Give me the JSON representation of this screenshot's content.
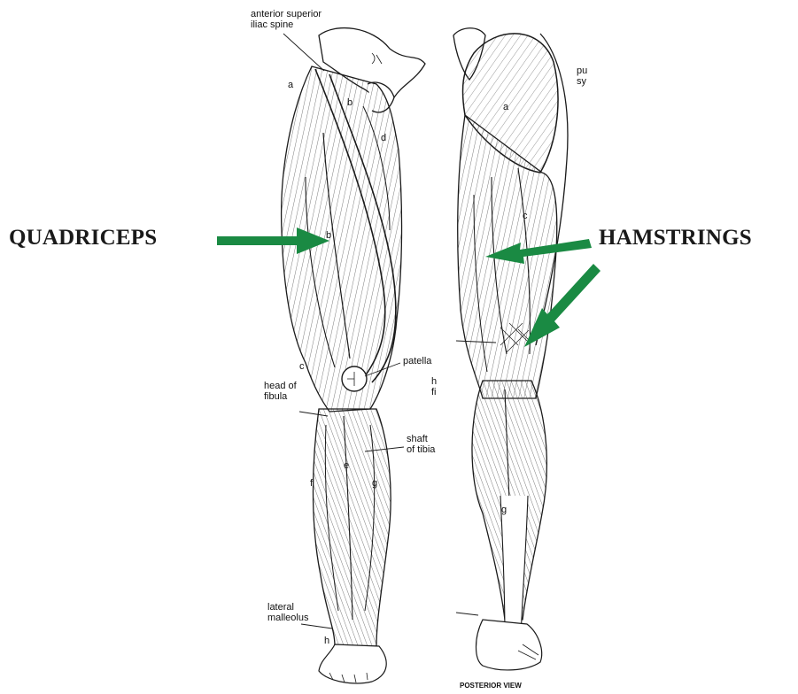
{
  "labels": {
    "asis": "anterior superior\niliac spine",
    "patella": "patella",
    "head_fibula": "head of\nfibula",
    "shaft_tibia": "shaft\nof tibia",
    "lateral_malleolus": "lateral\nmalleolus",
    "pubic_sym": "pu\nsy",
    "cut_h": "h\nfi"
  },
  "letters": {
    "a": "a",
    "b": "b",
    "c": "c",
    "d": "d",
    "e": "e",
    "f": "f",
    "g": "g",
    "h": "h"
  },
  "quadriceps": "QUADRICEPS",
  "hamstrings": "HAMSTRINGS",
  "posterior_view": "POSTERIOR VIEW",
  "colors": {
    "arrow": "#1a8a43",
    "ink": "#1b1b1b"
  }
}
